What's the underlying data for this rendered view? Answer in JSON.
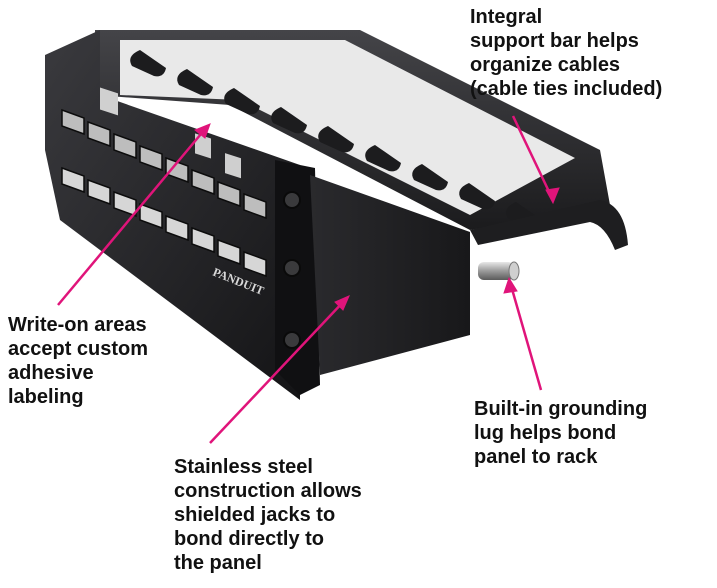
{
  "product": {
    "brand_mark": "PANDUIT"
  },
  "colors": {
    "leader": "#e0147a",
    "text": "#111111",
    "metal": "#262628"
  },
  "callouts": {
    "support_bar": {
      "lines": [
        "Integral",
        "support bar helps",
        "organize cables",
        "(cable ties included)"
      ]
    },
    "write_on": {
      "lines": [
        "Write-on areas",
        "accept custom",
        "adhesive",
        "labeling"
      ]
    },
    "grounding": {
      "lines": [
        "Built-in grounding",
        "lug helps bond",
        "panel to rack"
      ]
    },
    "steel": {
      "lines": [
        "Stainless steel",
        "construction allows",
        "shielded jacks to",
        "bond directly to",
        "the panel"
      ]
    }
  }
}
